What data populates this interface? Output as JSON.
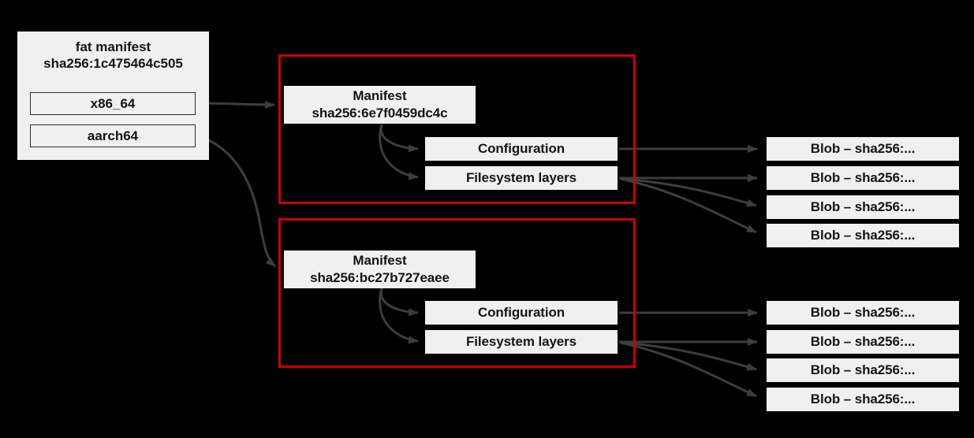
{
  "diagram": {
    "fat_manifest": {
      "title_line1": "fat manifest",
      "title_line2": "sha256:1c475464c505",
      "platforms": [
        {
          "label": "x86_64"
        },
        {
          "label": "aarch64"
        }
      ]
    },
    "manifest_groups": [
      {
        "manifest_title": "Manifest",
        "manifest_digest": "sha256:6e7f0459dc4c",
        "configuration_label": "Configuration",
        "filesystem_layers_label": "Filesystem layers",
        "blobs": [
          {
            "label": "Blob – sha256:..."
          },
          {
            "label": "Blob – sha256:..."
          },
          {
            "label": "Blob – sha256:..."
          },
          {
            "label": "Blob – sha256:..."
          }
        ]
      },
      {
        "manifest_title": "Manifest",
        "manifest_digest": "sha256:bc27b727eaee",
        "configuration_label": "Configuration",
        "filesystem_layers_label": "Filesystem layers",
        "blobs": [
          {
            "label": "Blob – sha256:..."
          },
          {
            "label": "Blob – sha256:..."
          },
          {
            "label": "Blob – sha256:..."
          },
          {
            "label": "Blob – sha256:..."
          }
        ]
      }
    ],
    "colors": {
      "background": "#000000",
      "box_fill": "#f0f0f0",
      "box_text": "#151515",
      "group_border": "#cc0000",
      "arrow": "#3d3d3d",
      "platform_border": "#2b2b2b"
    }
  }
}
